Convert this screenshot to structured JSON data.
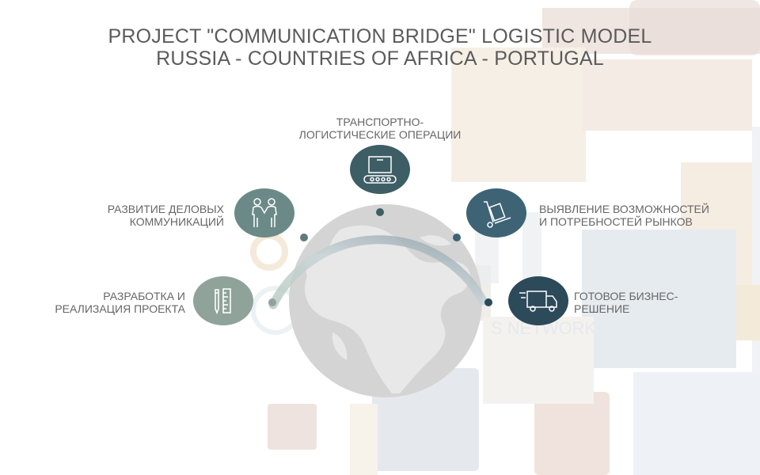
{
  "title": {
    "line1": "PROJECT \"COMMUNICATION BRIDGE\" LOGISTIC MODEL",
    "line2": "RUSSIA - COUNTRIES OF AFRICA - PORTUGAL"
  },
  "watermark": {
    "text": "S NETWORK"
  },
  "steps": [
    {
      "line1": "Разработка и",
      "line2": "реализация проекта",
      "icon": "ruler-pencil-icon",
      "color": "#8fa39b"
    },
    {
      "line1": "Развитие деловых",
      "line2": "коммуникаций",
      "icon": "handshake-people-icon",
      "color": "#6b8a87"
    },
    {
      "line1": "Транспортно-",
      "line2": "логистические операции",
      "icon": "conveyor-box-icon",
      "color": "#3e5e66"
    },
    {
      "line1": "Выявление возможностей",
      "line2": "и потребностей рынков",
      "icon": "hand-truck-icon",
      "color": "#3d6375"
    },
    {
      "line1": "Готовое бизнес-",
      "line2": "решение",
      "icon": "delivery-truck-icon",
      "color": "#2c4a59"
    }
  ],
  "colors": {
    "title": "#5b5b5b",
    "label": "#666666",
    "dot": "#4b6470"
  }
}
